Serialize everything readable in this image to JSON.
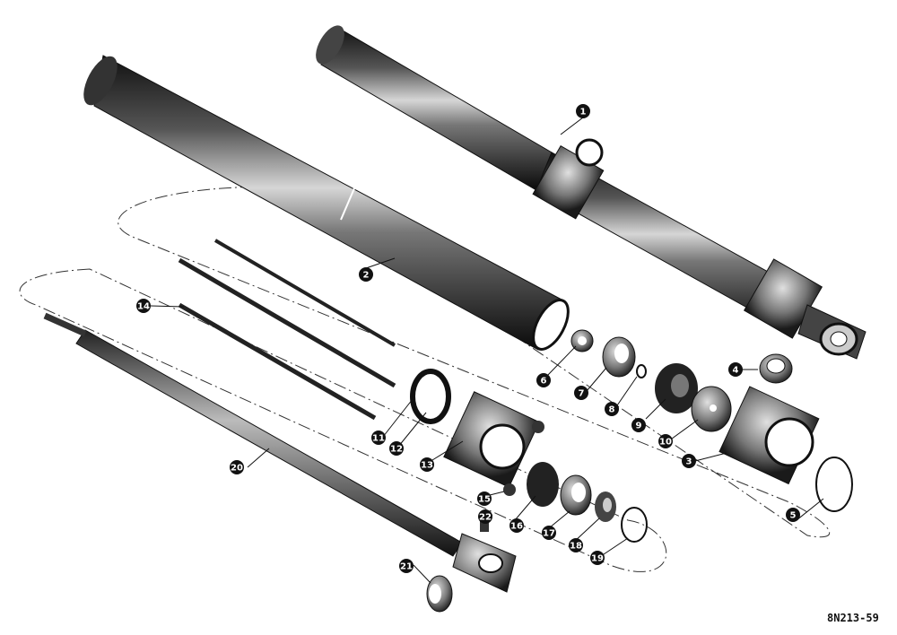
{
  "figure_code": "8N213-59",
  "callouts": [
    "1",
    "2",
    "3",
    "4",
    "5",
    "6",
    "7",
    "8",
    "9",
    "10",
    "11",
    "12",
    "13",
    "14",
    "15",
    "16",
    "17",
    "18",
    "19",
    "20",
    "21",
    "22"
  ]
}
